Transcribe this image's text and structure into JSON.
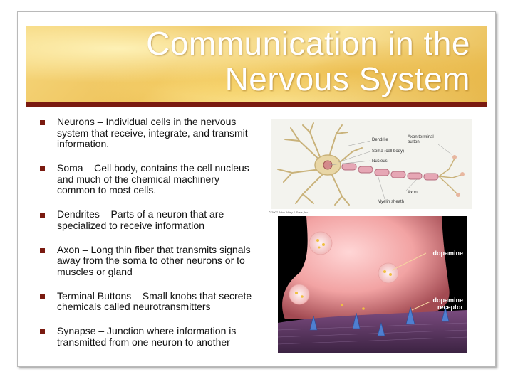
{
  "slide": {
    "title_line1": "Communication in the",
    "title_line2": "Nervous System",
    "bullets": [
      {
        "text": "Neurons – Individual cells in the nervous system that receive, integrate, and transmit information."
      },
      {
        "text": "Soma – Cell body, contains the cell nucleus and much of the chemical machinery common to most cells."
      },
      {
        "text": "Dendrites – Parts of a neuron that are specialized to receive information"
      },
      {
        "text": "Axon – Long thin fiber that transmits signals away from the soma to other neurons or to muscles or gland"
      },
      {
        "text": "Terminal Buttons – Small knobs that secrete chemicals called neurotransmitters"
      },
      {
        "text": "Synapse – Junction where information is transmitted from one neuron to another"
      }
    ]
  },
  "neuron_diagram": {
    "labels": {
      "dendrite": "Dendrite",
      "soma": "Soma (cell body)",
      "nucleus": "Nucleus",
      "axon_terminal": "Axon terminal button",
      "axon": "Axon",
      "myelin": "Myelin sheath"
    },
    "credit": "© 2007 John Wiley & Sons, Inc."
  },
  "synapse_image": {
    "labels": {
      "dopamine": "dopamine",
      "receptor_line1": "dopamine",
      "receptor_line2": "receptor"
    }
  },
  "colors": {
    "accent": "#7a1a10",
    "title_text": "#ffffff"
  }
}
